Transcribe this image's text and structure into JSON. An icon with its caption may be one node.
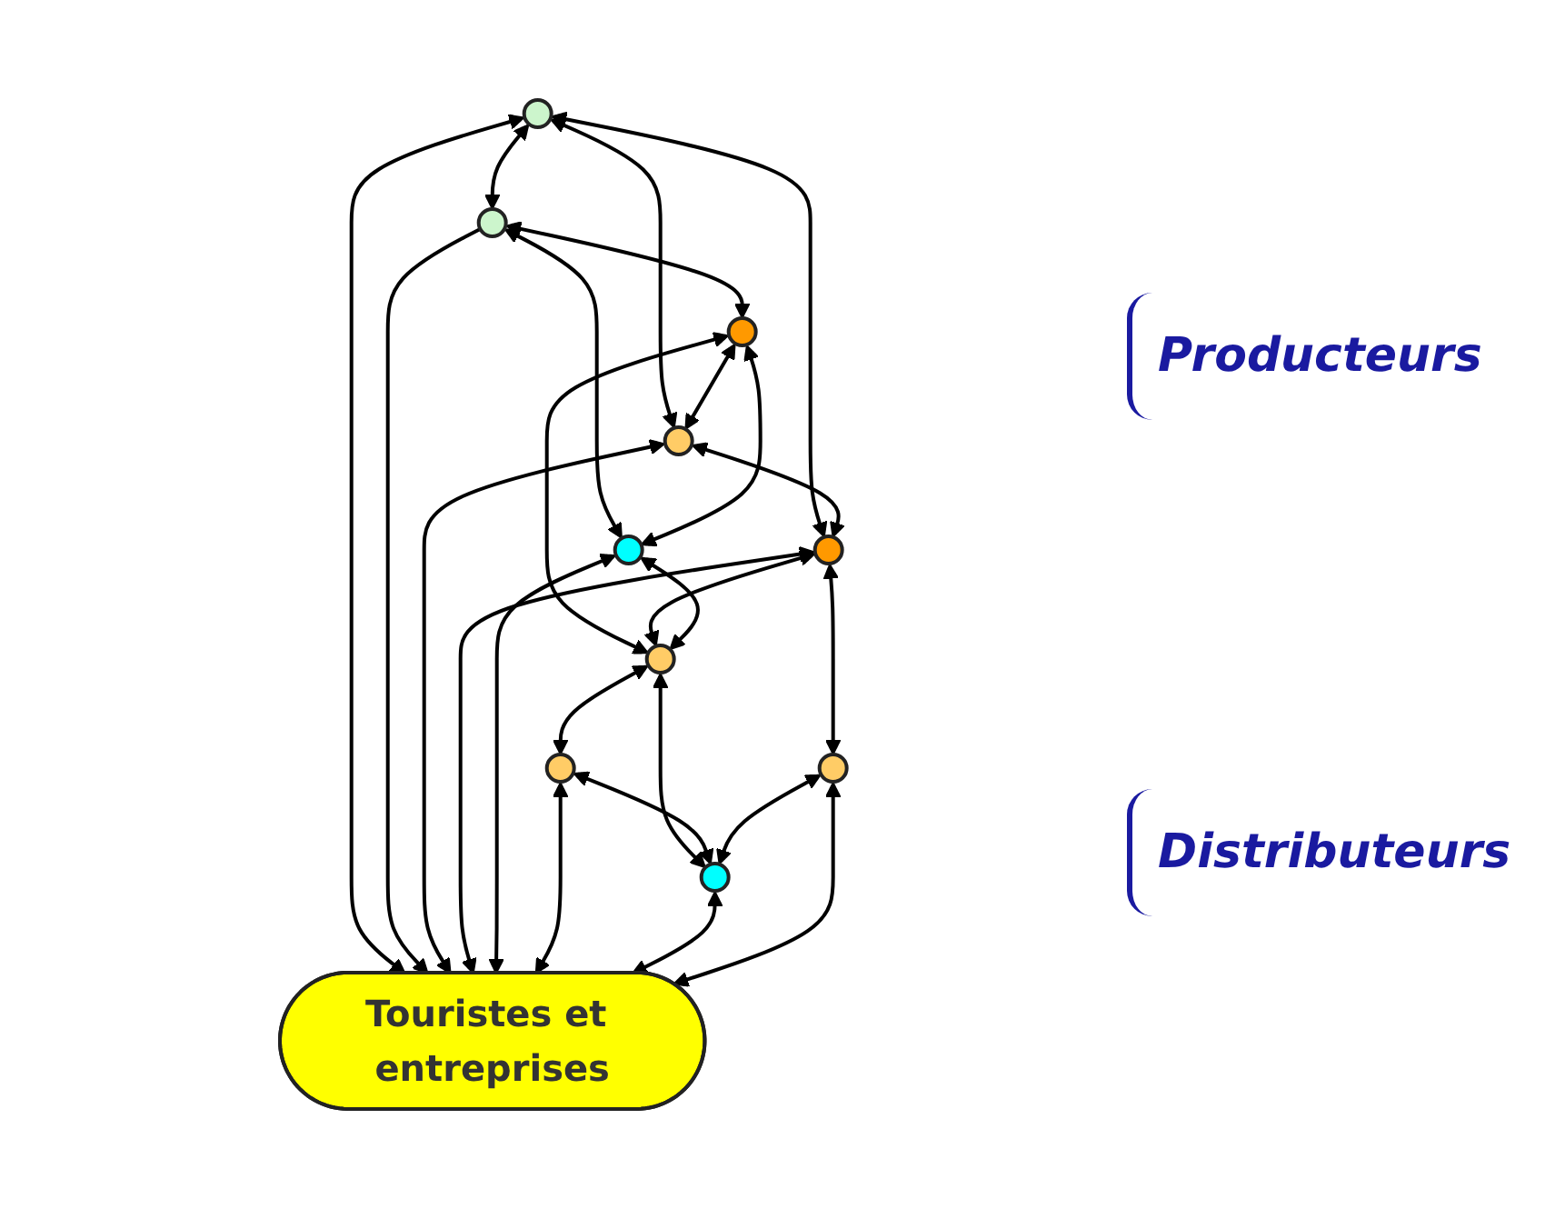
{
  "diagram": {
    "nodes": [
      {
        "text": [],
        "shape": "circle"
      },
      {
        "text": [],
        "shape": "circle"
      },
      {
        "text": [],
        "shape": "circle"
      },
      {
        "text": [],
        "shape": "circle"
      },
      {
        "text": [],
        "shape": "circle"
      },
      {
        "text": [],
        "shape": "circle"
      },
      {
        "text": [],
        "shape": "circle"
      },
      {
        "text": [],
        "shape": "circle"
      },
      {
        "text": [],
        "shape": "circle"
      },
      {
        "text": [],
        "shape": "circle"
      },
      {
        "text": [
          "Touristes et entreprises"
        ]
      }
    ],
    "edges": [
      {
        "from": 0,
        "to": 1,
        "arrow": "both"
      },
      {
        "from": 0,
        "to": 3,
        "arrow": "both"
      },
      {
        "from": 0,
        "to": 4,
        "arrow": "both"
      },
      {
        "from": 0,
        "to": 10,
        "arrow": "both"
      },
      {
        "from": 1,
        "to": 10,
        "arrow": "to"
      },
      {
        "from": 1,
        "to": 2,
        "arrow": "both"
      },
      {
        "from": 1,
        "to": 5,
        "arrow": "both"
      },
      {
        "from": 2,
        "to": 3,
        "arrow": "both"
      },
      {
        "from": 2,
        "to": 5,
        "arrow": "both"
      },
      {
        "from": 2,
        "to": 6,
        "arrow": "both"
      },
      {
        "from": 3,
        "to": 4,
        "arrow": "both"
      },
      {
        "from": 3,
        "to": 10,
        "arrow": "both"
      },
      {
        "from": 4,
        "to": 6,
        "arrow": "both"
      },
      {
        "from": 4,
        "to": 8,
        "arrow": "both"
      },
      {
        "from": 4,
        "to": 10,
        "arrow": "both"
      },
      {
        "from": 5,
        "to": 6,
        "arrow": "both"
      },
      {
        "from": 5,
        "to": 10,
        "arrow": "both"
      },
      {
        "from": 6,
        "to": 7,
        "arrow": "both"
      },
      {
        "from": 6,
        "to": 9,
        "arrow": "both"
      },
      {
        "from": 7,
        "to": 9,
        "arrow": "both"
      },
      {
        "from": 7,
        "to": 10,
        "arrow": "both"
      },
      {
        "from": 9,
        "to": 10,
        "arrow": "both"
      },
      {
        "from": 8,
        "to": 9,
        "arrow": "both"
      },
      {
        "from": 8,
        "to": 10,
        "arrow": "both"
      }
    ],
    "labels": [
      "Producteurs",
      "Distributeurs"
    ]
  }
}
